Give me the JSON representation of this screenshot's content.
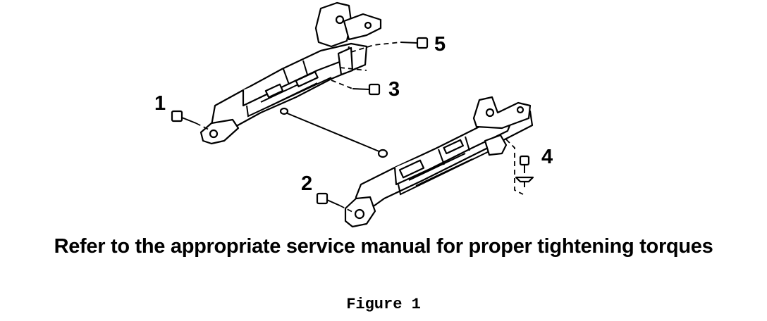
{
  "diagram": {
    "callouts": [
      {
        "id": "1",
        "label": "1"
      },
      {
        "id": "2",
        "label": "2"
      },
      {
        "id": "3",
        "label": "3"
      },
      {
        "id": "4",
        "label": "4"
      },
      {
        "id": "5",
        "label": "5"
      }
    ]
  },
  "caption": "Refer to the appropriate service manual for proper tightening torques",
  "figure_label": "Figure 1"
}
